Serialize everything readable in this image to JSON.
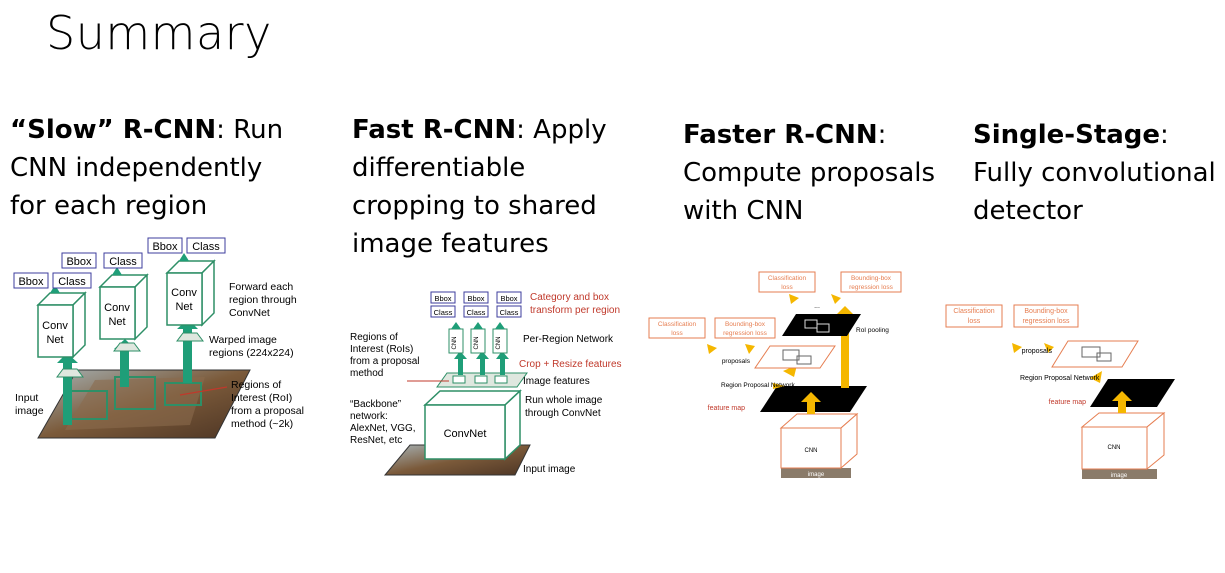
{
  "slide": {
    "title": "Summary",
    "columns": [
      {
        "bold": "“Slow” R-CNN",
        "rest": ": Run CNN independently for each region",
        "lines": [
          [
            "“Slow” R-CNN",
            ": Run"
          ],
          [
            "",
            "CNN independently"
          ],
          [
            "",
            "for each region"
          ]
        ]
      },
      {
        "bold": "Fast R-CNN",
        "rest": ": Apply differentiable cropping to shared image features",
        "lines": [
          [
            "Fast R-CNN",
            ": Apply"
          ],
          [
            "",
            "differentiable"
          ],
          [
            "",
            "cropping to shared"
          ],
          [
            "",
            "image features"
          ]
        ]
      },
      {
        "bold": "Faster R-CNN",
        "rest": ": Compute proposals with CNN",
        "lines": [
          [
            "Faster R-CNN",
            ":"
          ],
          [
            "",
            "Compute proposals"
          ],
          [
            "",
            "with CNN"
          ]
        ]
      },
      {
        "bold": "Single-Stage",
        "rest": ": Fully convolutional detector",
        "lines": [
          [
            "Single-Stage",
            ":"
          ],
          [
            "",
            "Fully convolutional"
          ],
          [
            "",
            "detector"
          ]
        ]
      }
    ]
  },
  "slow_rcnn": {
    "bbox": "Bbox",
    "class": "Class",
    "conv_line1": "Conv",
    "conv_line2": "Net",
    "forward_each": [
      "Forward each",
      "region through",
      "ConvNet"
    ],
    "warped": [
      "Warped image",
      "regions (224x224)"
    ],
    "rois": [
      "Regions of",
      "Interest (RoI)",
      "from a proposal",
      "method (~2k)"
    ],
    "input": [
      "Input",
      "image"
    ]
  },
  "fast_rcnn": {
    "bbox": "Bbox",
    "class": "Class",
    "cnn": "CNN",
    "category": [
      "Category and box",
      "transform per region"
    ],
    "per_region": "Per-Region Network",
    "crop": "Crop + Resize features",
    "image_features": "Image features",
    "run_whole": [
      "Run whole image",
      "through ConvNet"
    ],
    "input_image": "Input image",
    "convnet": "ConvNet",
    "rois": [
      "Regions of",
      "Interest (RoIs)",
      "from a proposal",
      "method"
    ],
    "backbone": [
      "“Backbone”",
      "network:",
      "AlexNet, VGG,",
      "ResNet, etc"
    ]
  },
  "faster_rcnn": {
    "cls_loss": [
      "Classification",
      "loss"
    ],
    "bbox_loss": [
      "Bounding-box",
      "regression loss"
    ],
    "roi_pooling": "RoI pooling",
    "proposals": "proposals",
    "rpn": "Region Proposal Network",
    "feature_map": "feature map",
    "cnn": "CNN",
    "image": "image",
    "dots": "..."
  },
  "single_stage": {
    "cls_loss": [
      "Classification",
      "loss"
    ],
    "bbox_loss": [
      "Bounding-box",
      "regression loss"
    ],
    "proposals": "proposals",
    "rpn": "Region Proposal Network",
    "feature_map": "feature map",
    "cnn": "CNN",
    "image": "image"
  },
  "colors": {
    "arrow_green": "#1f9e78",
    "box_green": "#2e8f67",
    "purple": "#3d3d9e",
    "red_label": "#c0392b",
    "orange": "#f5b700",
    "salmon": "#e67e51"
  }
}
